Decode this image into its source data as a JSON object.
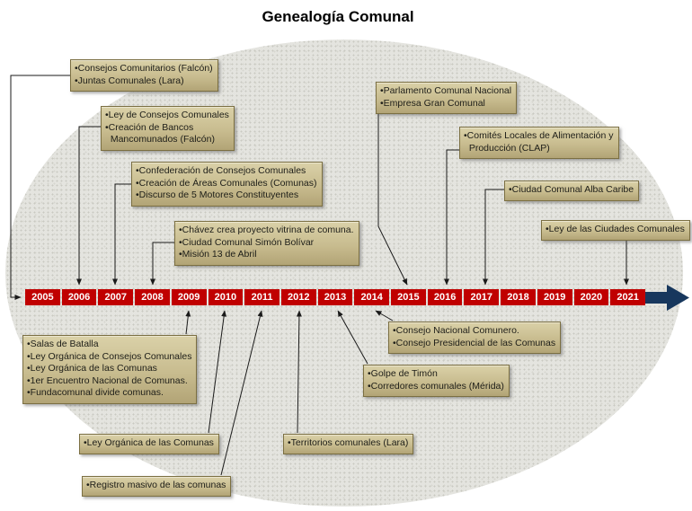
{
  "title": "Genealogía Comunal",
  "timeline": {
    "years": [
      "2005",
      "2006",
      "2007",
      "2008",
      "2009",
      "2010",
      "2011",
      "2012",
      "2013",
      "2014",
      "2015",
      "2016",
      "2017",
      "2018",
      "2019",
      "2020",
      "2021"
    ]
  },
  "callouts": [
    {
      "year": "2005",
      "position": "above",
      "lines": [
        "•Consejos Comunitarios (Falcón)",
        "•Juntas Comunales (Lara)"
      ]
    },
    {
      "year": "2006",
      "position": "above",
      "lines": [
        "•Ley de Consejos Comunales",
        "•Creación de Bancos",
        "  Mancomunados (Falcón)"
      ]
    },
    {
      "year": "2007",
      "position": "above",
      "lines": [
        "•Confederación de Consejos Comunales",
        "•Creación de Áreas Comunales (Comunas)",
        "•Discurso de 5 Motores Constituyentes"
      ]
    },
    {
      "year": "2008",
      "position": "above",
      "lines": [
        "•Chávez crea proyecto vitrina de comuna.",
        "•Ciudad Comunal Simón Bolívar",
        "•Misión 13 de Abril"
      ]
    },
    {
      "year": "2015",
      "position": "above",
      "lines": [
        "•Parlamento Comunal Nacional",
        "•Empresa Gran Comunal"
      ]
    },
    {
      "year": "2016",
      "position": "above",
      "lines": [
        "•Comités Locales de Alimentación y",
        "  Producción (CLAP)"
      ]
    },
    {
      "year": "2017",
      "position": "above",
      "lines": [
        "•Ciudad Comunal Alba Caribe"
      ]
    },
    {
      "year": "2021",
      "position": "above",
      "lines": [
        "•Ley de las Ciudades Comunales"
      ]
    },
    {
      "year": "2009",
      "position": "below",
      "lines": [
        "•Salas de Batalla",
        "•Ley Orgánica de Consejos Comunales",
        "•Ley Orgánica de las Comunas",
        "•1er Encuentro Nacional de Comunas.",
        "•Fundacomunal divide comunas."
      ]
    },
    {
      "year": "2010",
      "position": "below",
      "lines": [
        "•Ley Orgánica de las Comunas"
      ]
    },
    {
      "year": "2011",
      "position": "below",
      "lines": [
        "•Registro masivo de las comunas"
      ]
    },
    {
      "year": "2012",
      "position": "below",
      "lines": [
        "•Territorios comunales (Lara)"
      ]
    },
    {
      "year": "2013",
      "position": "below",
      "lines": [
        "•Golpe de Timón",
        "•Corredores comunales (Mérida)"
      ]
    },
    {
      "year": "2014",
      "position": "below",
      "lines": [
        "•Consejo Nacional Comunero.",
        "•Consejo Presidencial de las Comunas"
      ]
    }
  ],
  "colors": {
    "year_box": "#C00000",
    "timeline_arrow": "#17375D",
    "callout_bg_top": "#DAD1A8",
    "callout_bg_bottom": "#B2A476",
    "callout_border": "#7B6F42",
    "connector": "#1A1A1A",
    "ellipse_fill": "#E4E4DF"
  }
}
